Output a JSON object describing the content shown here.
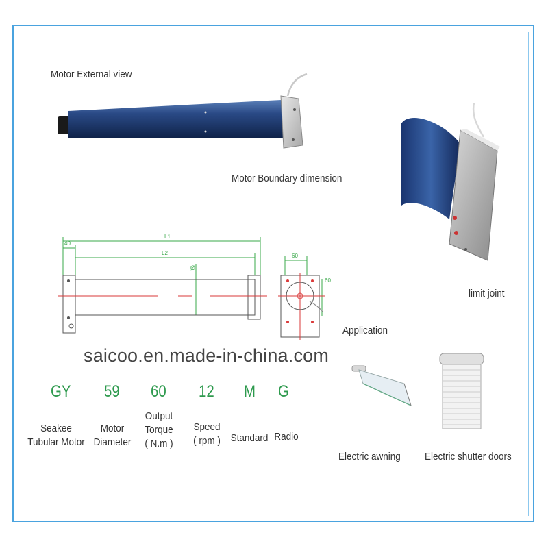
{
  "labels": {
    "external_view": "Motor External view",
    "boundary_dimension": "Motor Boundary dimension",
    "limit_joint": "limit joint",
    "application": "Application"
  },
  "dimensions": {
    "l1": "L1",
    "l2": "L2",
    "offset": "40",
    "diameter": "Ø",
    "head_width": "60",
    "head_height": "60"
  },
  "watermark": "saicoo.en.made-in-china.com",
  "model_code": [
    {
      "code": "GY",
      "desc": [
        "Seakee",
        "Tubular Motor"
      ]
    },
    {
      "code": "59",
      "desc": [
        "Motor",
        "Diameter"
      ]
    },
    {
      "code": "60",
      "desc": [
        "Output",
        "Torque",
        "( N.m )"
      ]
    },
    {
      "code": "12",
      "desc": [
        "Speed",
        "( rpm )"
      ]
    },
    {
      "code": "M",
      "desc": [
        "Standard"
      ]
    },
    {
      "code": "G",
      "desc": [
        "Radio"
      ]
    }
  ],
  "applications": [
    {
      "label": "Electric awning"
    },
    {
      "label": "Electric shutter doors"
    }
  ],
  "colors": {
    "frame": "#4aa3df",
    "code_green": "#2e9a4e",
    "motor_blue": "#1e3a6e",
    "dimension_green": "#3aa84a",
    "axis_red": "#d93a3a"
  }
}
